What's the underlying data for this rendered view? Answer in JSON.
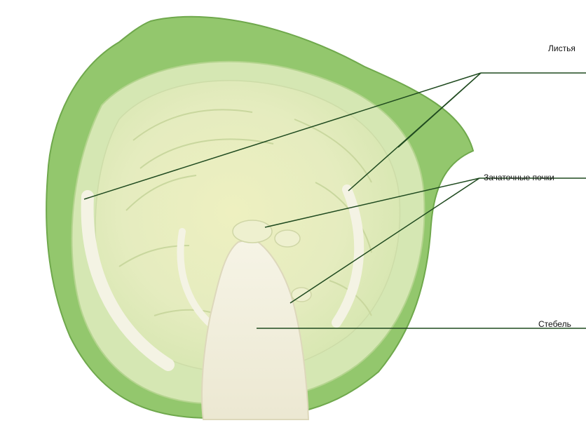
{
  "labels": {
    "leaves": "Листья",
    "buds": "Зачаточные почки",
    "stem": "Стебель"
  },
  "colors": {
    "leader_line": "#1f4a1f",
    "outer_leaf": "#8fc46a",
    "inner_leaf": "#e9efc6",
    "stem": "#f3f1e2"
  }
}
